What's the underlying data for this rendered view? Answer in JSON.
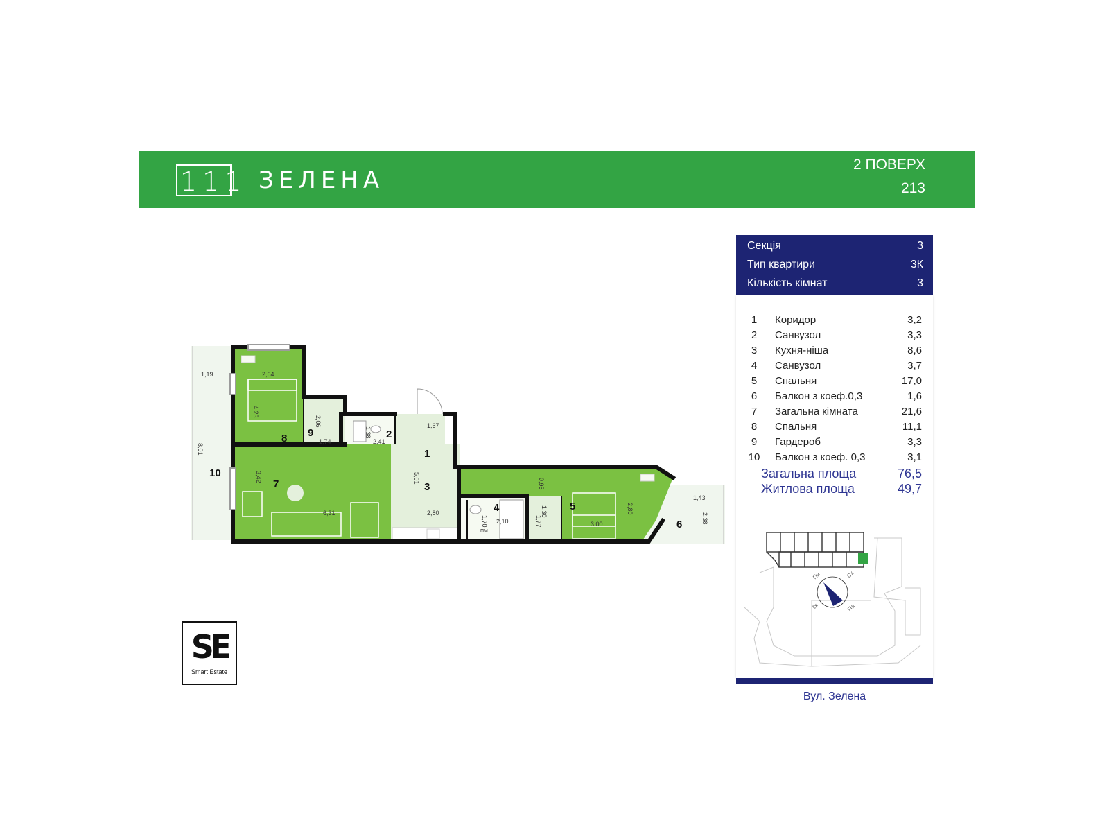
{
  "header": {
    "logo_text": "111",
    "brand_name": "ЗЕЛЕНА",
    "floor_label": "2 ПОВЕРХ",
    "apartment_number": "213",
    "color": "#33a444"
  },
  "apartment_info": {
    "rows": [
      {
        "label": "Секція",
        "value": "3"
      },
      {
        "label": "Тип квартири",
        "value": "3К"
      },
      {
        "label": "Кількість кімнат",
        "value": "3"
      }
    ],
    "color": "#1d2473"
  },
  "rooms": [
    {
      "number": "1",
      "name": "Коридор",
      "area": "3,2"
    },
    {
      "number": "2",
      "name": "Санвузол",
      "area": "3,3"
    },
    {
      "number": "3",
      "name": "Кухня-ніша",
      "area": "8,6"
    },
    {
      "number": "4",
      "name": "Санвузол",
      "area": "3,7"
    },
    {
      "number": "5",
      "name": "Спальня",
      "area": "17,0"
    },
    {
      "number": "6",
      "name": "Балкон з коеф.0,3",
      "area": "1,6"
    },
    {
      "number": "7",
      "name": "Загальна кімната",
      "area": "21,6"
    },
    {
      "number": "8",
      "name": "Спальня",
      "area": "11,1"
    },
    {
      "number": "9",
      "name": "Гардероб",
      "area": "3,3"
    },
    {
      "number": "10",
      "name": "Балкон з коеф. 0,3",
      "area": "3,1"
    }
  ],
  "totals": {
    "total_area_label": "Загальна площа",
    "total_area": "76,5",
    "living_area_label": "Житлова площа",
    "living_area": "49,7"
  },
  "plan": {
    "room_labels": [
      "1",
      "2",
      "3",
      "4",
      "5",
      "6",
      "7",
      "8",
      "9",
      "10"
    ],
    "dimensions": [
      "1,19",
      "2,64",
      "4,23",
      "8,01",
      "2,06",
      "1,74",
      "1,38",
      "2,41",
      "1,67",
      "3,42",
      "5,01",
      "6,31",
      "2,80",
      "0,95",
      "1,30",
      "1,77",
      "1,70",
      "2,10",
      "3,00",
      "2,80",
      "1,43",
      "2,38"
    ],
    "fixture_label": "ПМ"
  },
  "compass": {
    "labels": [
      "Пн",
      "Сх",
      "Зх",
      "Пд"
    ]
  },
  "street": "Вул. Зелена",
  "brand_logo": {
    "mark": "SE",
    "text": "Smart Estate"
  }
}
